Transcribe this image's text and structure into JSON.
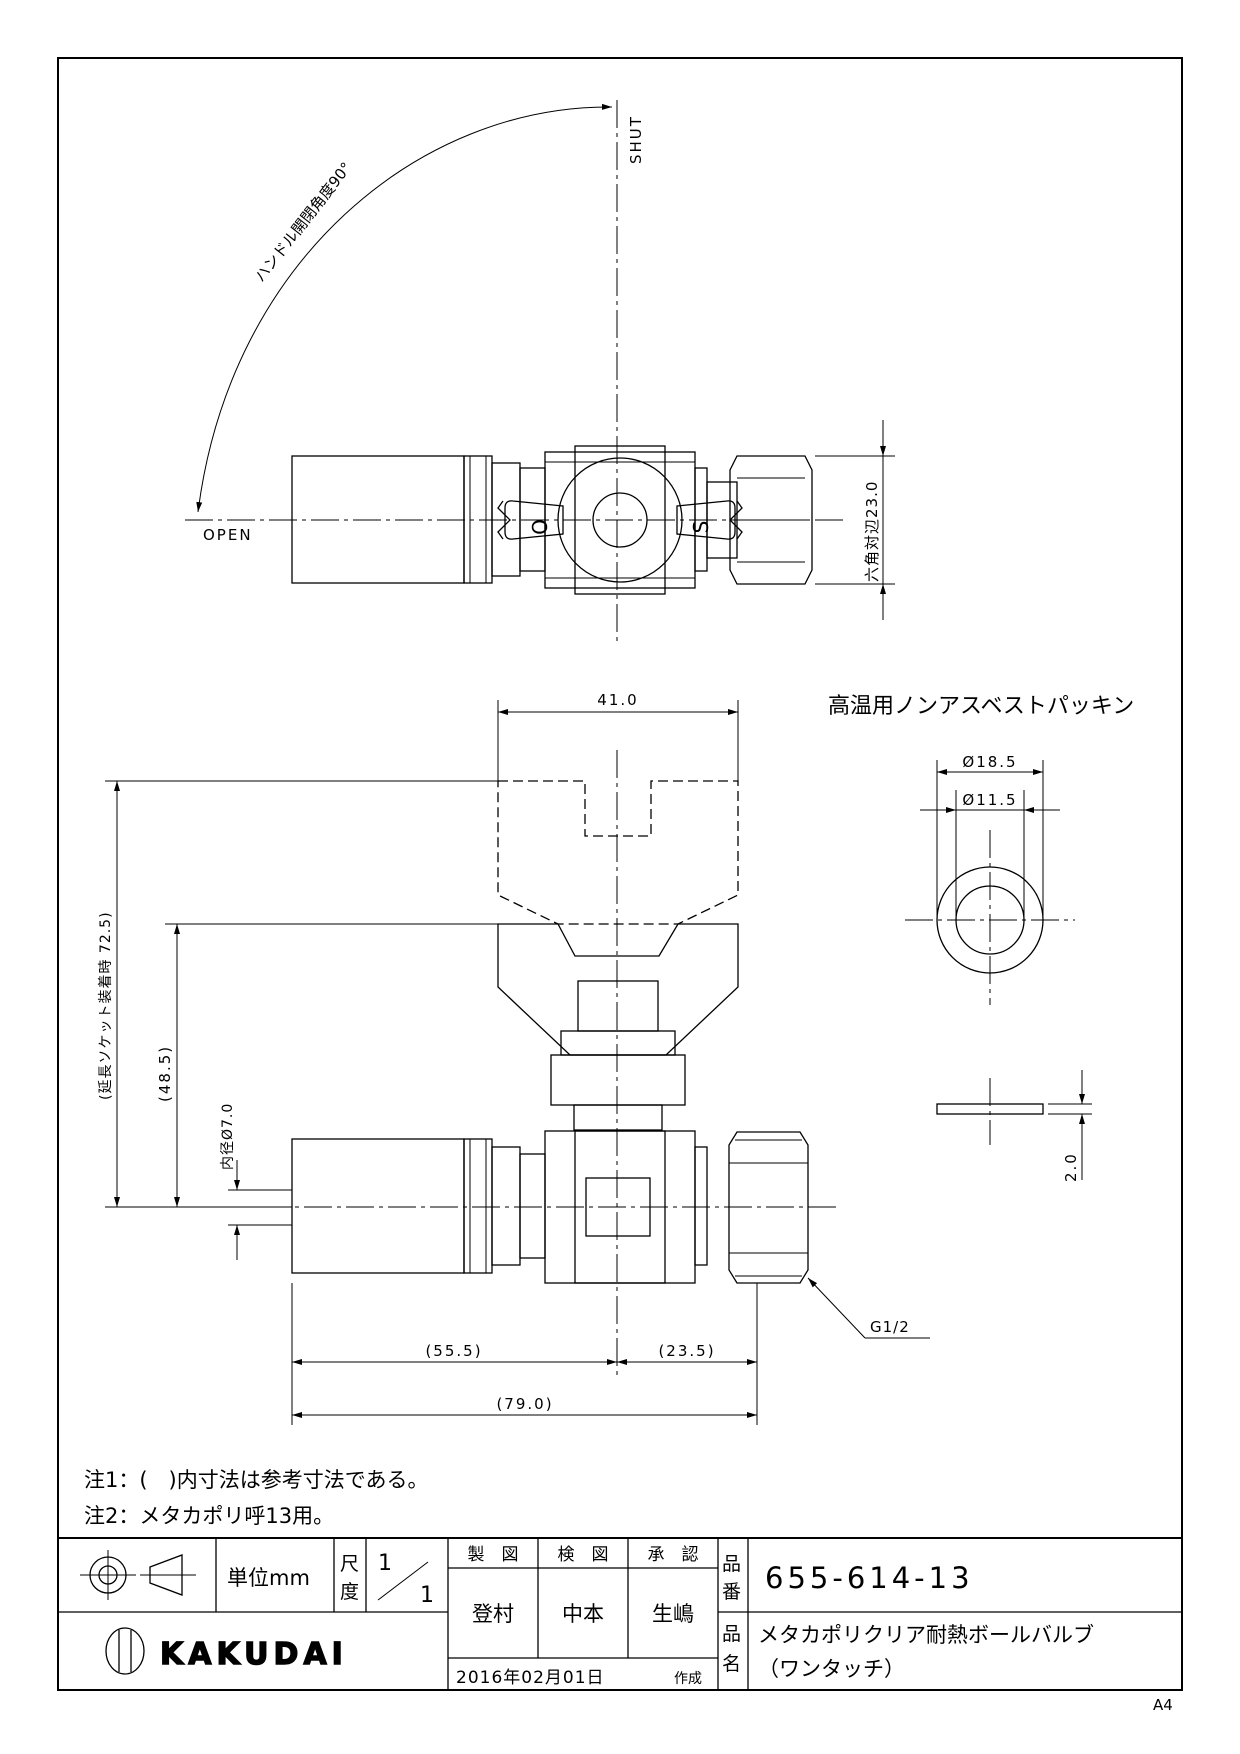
{
  "drawing": {
    "top_view": {
      "shut_label": "SHUT",
      "open_label": "OPEN",
      "angle_label": "ハンドル開閉角度90°",
      "hex_label": "六角対辺23.0",
      "handle_mark_open": "O",
      "handle_mark_shut": "S"
    },
    "front_view": {
      "dim_handle_width": "41.0",
      "dim_ext_height": "(延長ソケット装着時  72.5)",
      "dim_height": "(48.5)",
      "dim_inner_dia": "内径Ø7.0",
      "dim_left": "(55.5)",
      "dim_right": "(23.5)",
      "dim_total": "(79.0)",
      "thread_label": "G1/2"
    },
    "packing": {
      "title": "高温用ノンアスベストパッキン",
      "outer_dia": "Ø18.5",
      "inner_dia": "Ø11.5",
      "thickness": "2.0"
    },
    "notes": [
      "注1：(　)内寸法は参考寸法である。",
      "注2：メタカポリ呼13用。"
    ]
  },
  "title_block": {
    "unit_label": "単位mm",
    "scale_label_1": "尺",
    "scale_label_2": "度",
    "scale_num": "1",
    "scale_den": "1",
    "col_drawn": "製　図",
    "col_checked": "検　図",
    "col_approved": "承　認",
    "drawn_by": "登村",
    "checked_by": "中本",
    "approved_by": "生嶋",
    "part_no_label_1": "品",
    "part_no_label_2": "番",
    "part_no": "655-614-13",
    "part_name_label_1": "品",
    "part_name_label_2": "名",
    "part_name_1": "メタカポリクリア耐熱ボールバルブ",
    "part_name_2": "（ワンタッチ）",
    "company": "KAKUDAI",
    "date": "2016年02月01日",
    "made": "作成",
    "paper_size": "A4"
  }
}
